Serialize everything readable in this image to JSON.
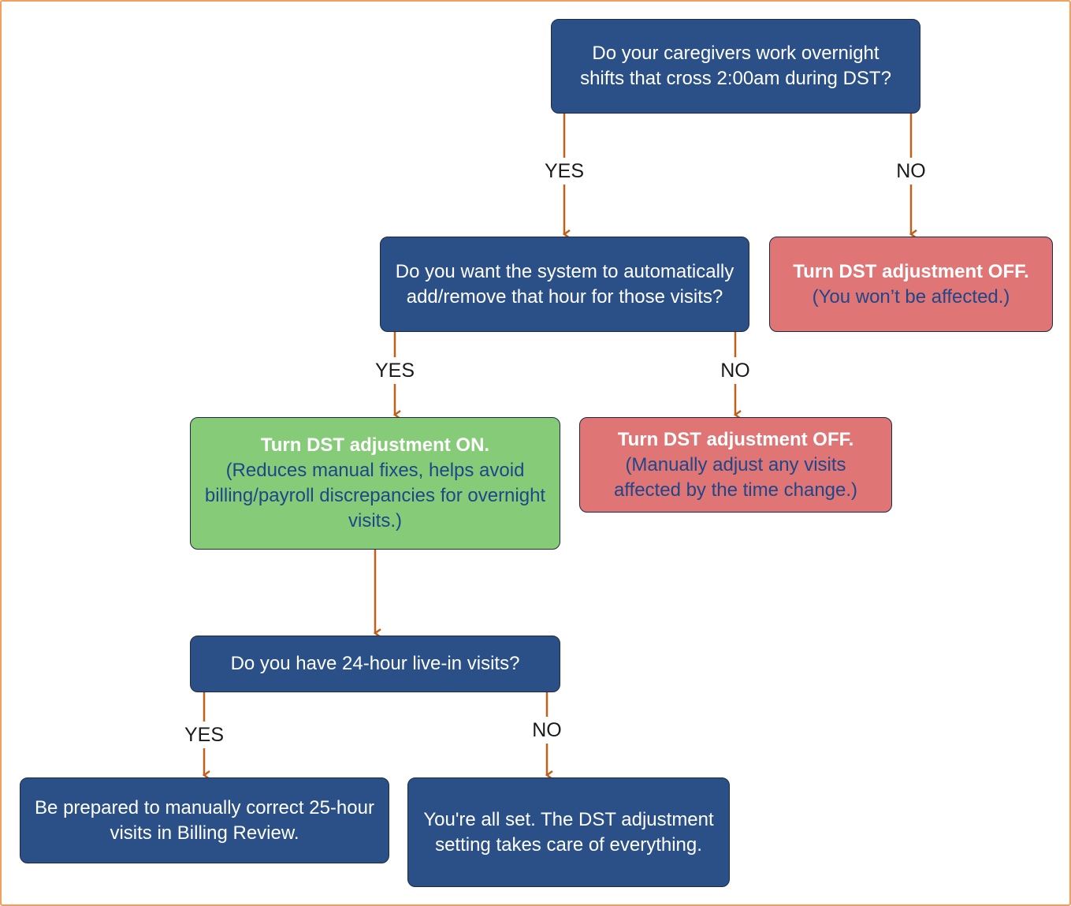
{
  "colors": {
    "question_box": "#2b5087",
    "off_box": "#e07575",
    "on_box": "#86cc78",
    "connector": "#c0601a",
    "border": "#f0a060"
  },
  "nodes": {
    "q1": {
      "text": "Do your caregivers work overnight shifts that cross 2:00am during DST?"
    },
    "q2": {
      "text": "Do you want the system to automatically add/remove that hour for those visits?"
    },
    "off_unaffected": {
      "title": "Turn DST adjustment OFF.",
      "note": "(You won’t be affected.)"
    },
    "on": {
      "title": "Turn DST adjustment ON.",
      "note": "(Reduces manual fixes, helps avoid billing/payroll discrepancies for overnight visits.)"
    },
    "off_manual": {
      "title": "Turn DST adjustment OFF.",
      "note": "(Manually adjust any visits affected by the time change.)"
    },
    "q3": {
      "text": "Do you have 24-hour live-in visits?"
    },
    "manual_correct": {
      "text": "Be prepared to manually correct 25-hour visits in Billing Review."
    },
    "all_set": {
      "text": "You're all set. The DST adjustment setting takes care of everything."
    }
  },
  "edges": {
    "q1_yes": "YES",
    "q1_no": "NO",
    "q2_yes": "YES",
    "q2_no": "NO",
    "q3_yes": "YES",
    "q3_no": "NO"
  }
}
